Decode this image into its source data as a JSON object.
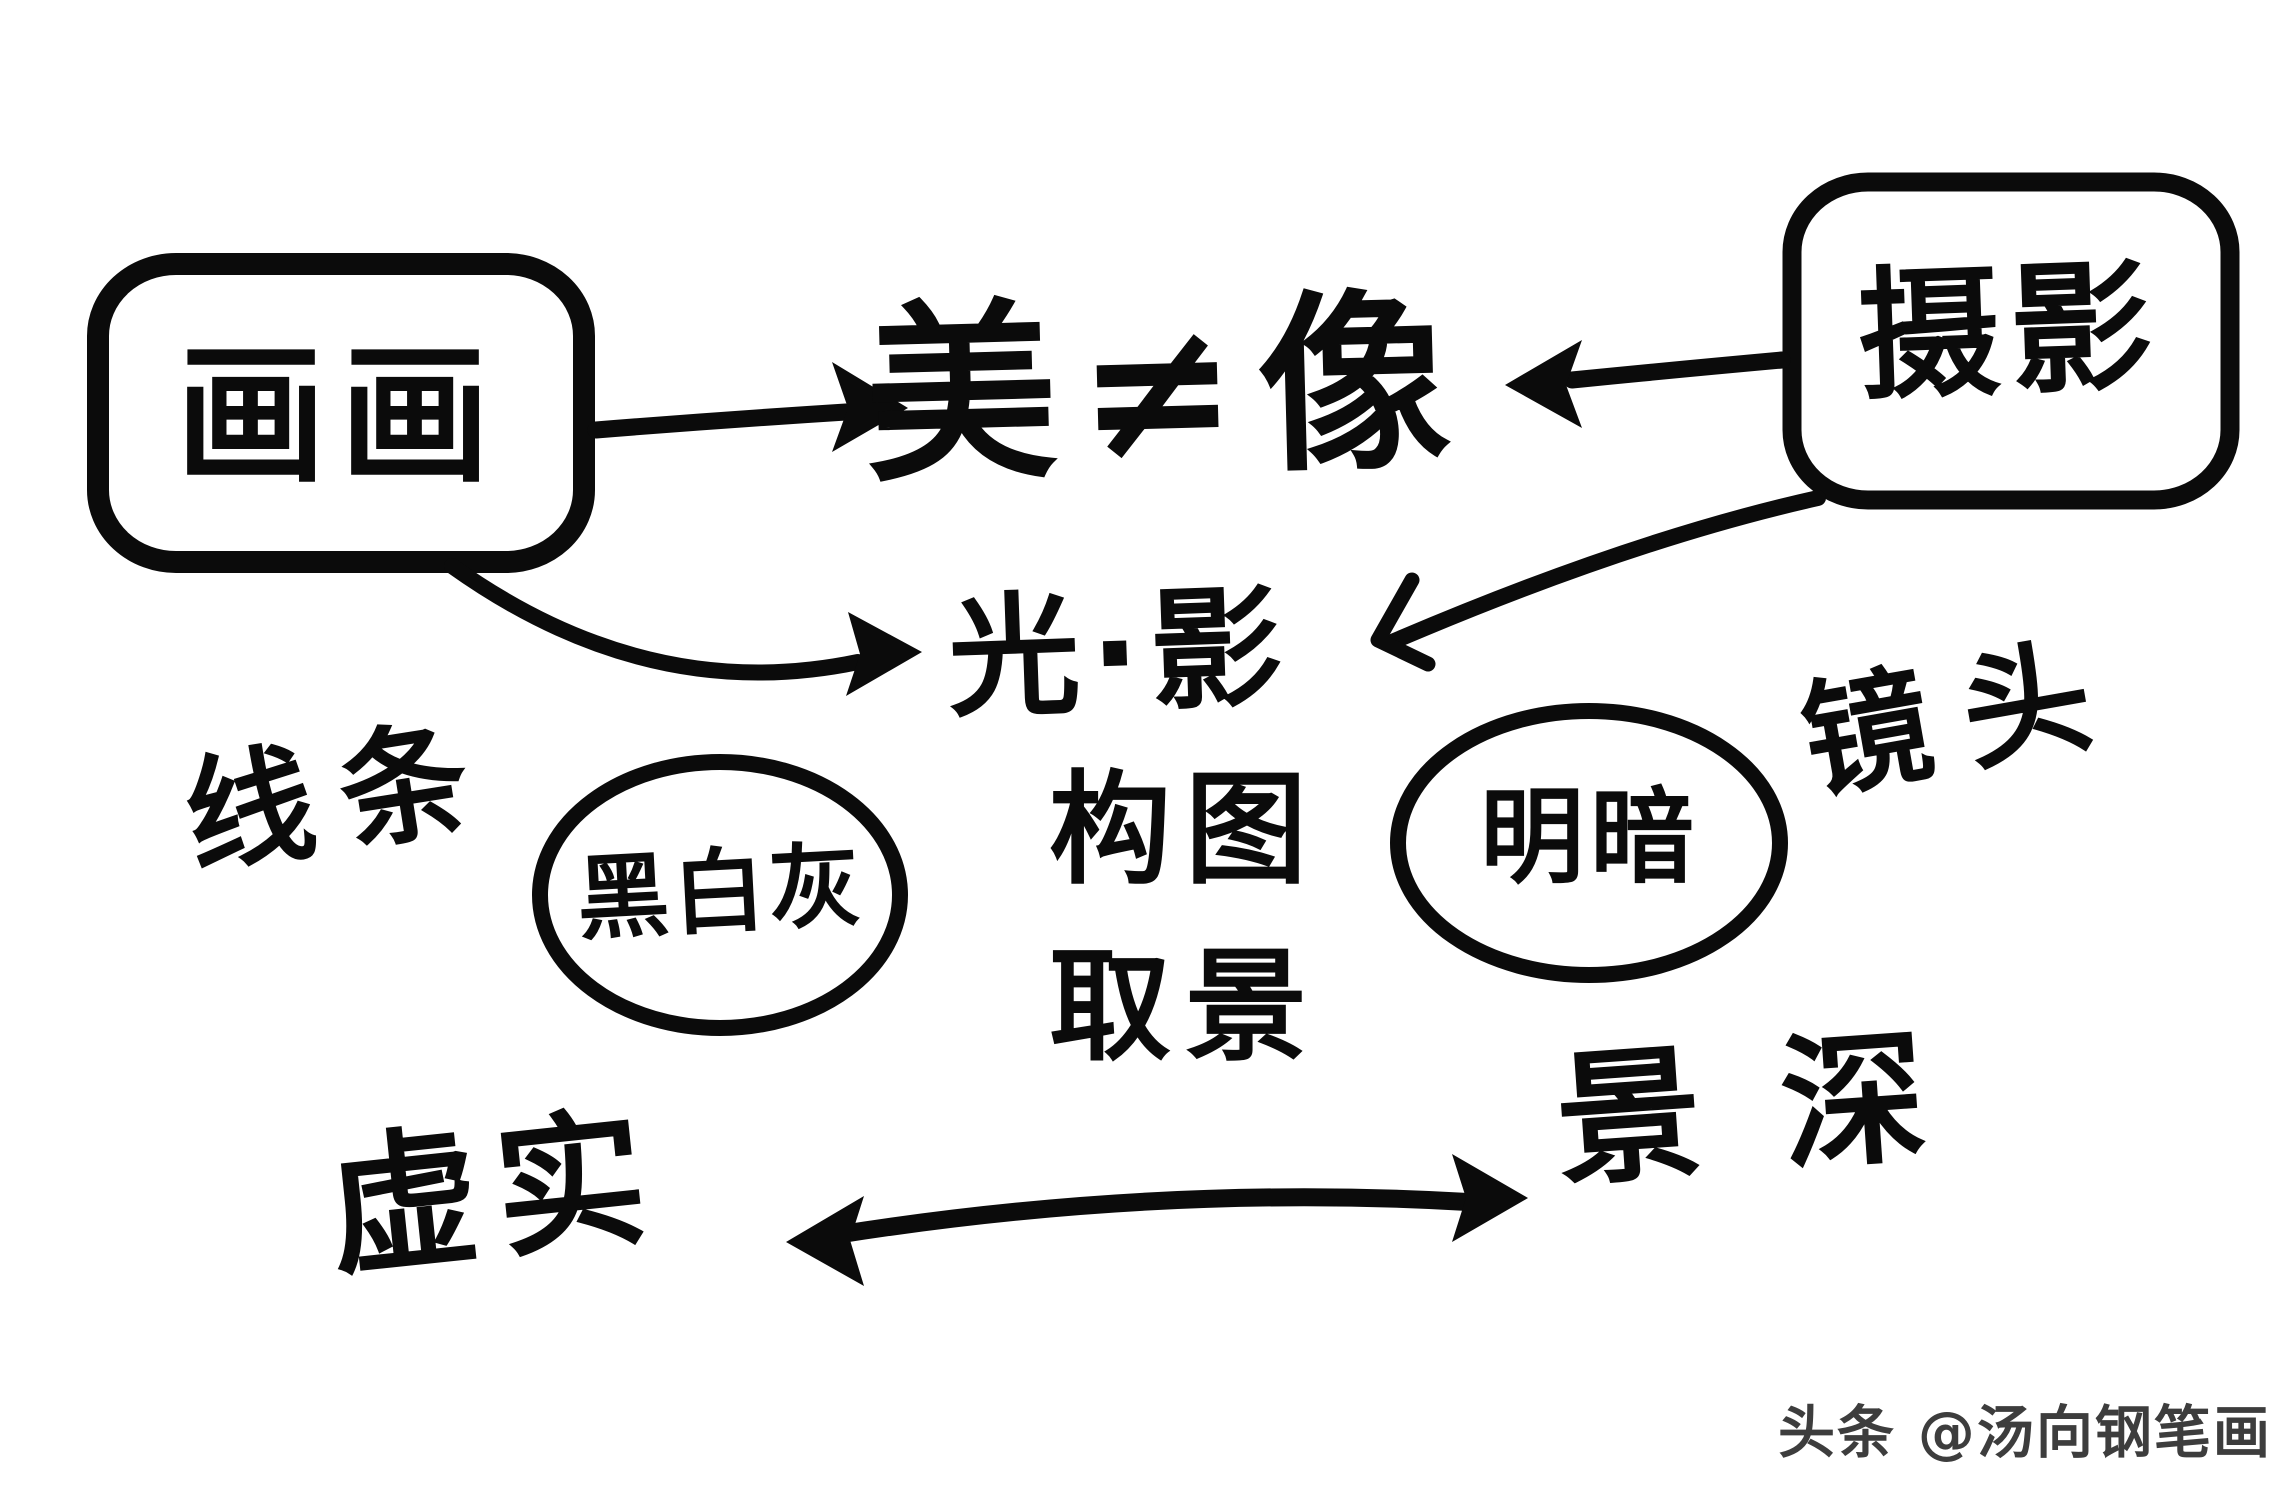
{
  "diagram": {
    "title": "美≠像",
    "nodes": {
      "painting": "画画",
      "photography": "摄影",
      "light_shadow": "光·影",
      "lines": "线条",
      "black_white_gray": "黑白灰",
      "composition": "构图",
      "framing": "取景",
      "contrast": "明暗",
      "lens": "镜头",
      "blur_solid": "虚实",
      "depth_of_field": "景深"
    },
    "edges": [
      {
        "from": "painting",
        "to": "title",
        "style": "arrow"
      },
      {
        "from": "photography",
        "to": "title",
        "style": "arrow"
      },
      {
        "from": "painting",
        "to": "light_shadow",
        "style": "curved-arrow"
      },
      {
        "from": "photography",
        "to": "light_shadow",
        "style": "curved-arrow"
      },
      {
        "from": "blur_solid",
        "to": "depth_of_field",
        "style": "double-arrow"
      }
    ],
    "watermark": "头条 @汤向钢笔画",
    "colors": {
      "ink": "#0b0b0b",
      "background": "#ffffff",
      "watermark": "#3d3d3d"
    }
  }
}
